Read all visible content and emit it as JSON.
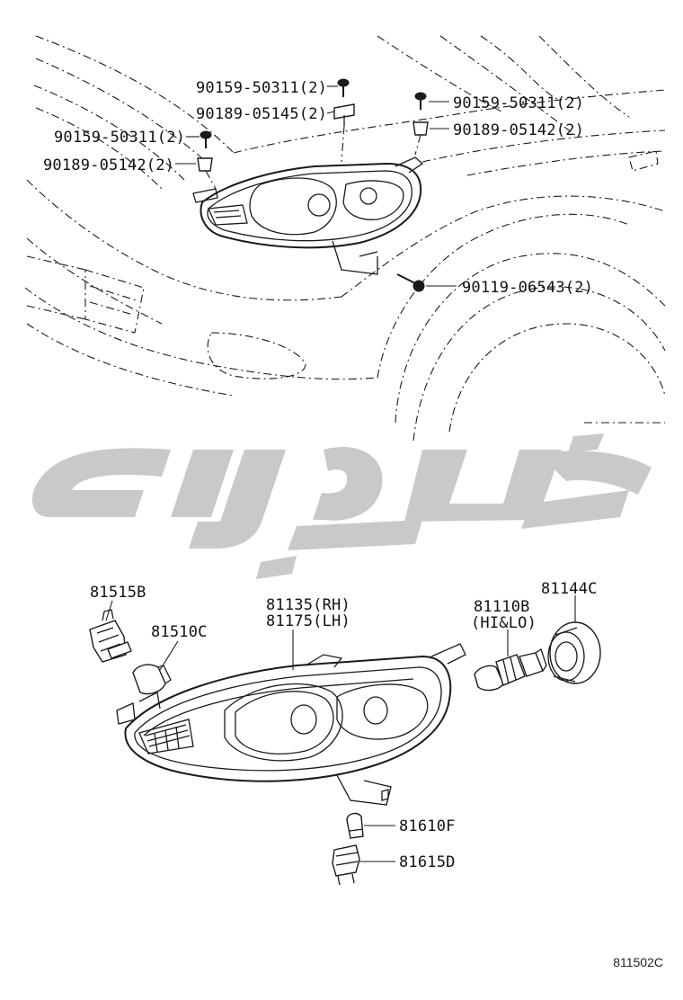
{
  "diagram_code": "811502C",
  "vehicle_callouts": [
    {
      "id": "c1",
      "text": "90159-50311(2)"
    },
    {
      "id": "c2",
      "text": "90189-05145(2)"
    },
    {
      "id": "c3",
      "text": "90159-50311(2)"
    },
    {
      "id": "c4",
      "text": "90189-05142(2)"
    },
    {
      "id": "c5",
      "text": "90159-50311(2)"
    },
    {
      "id": "c6",
      "text": "90189-05142(2)"
    },
    {
      "id": "c7",
      "text": "90119-06543(2)"
    }
  ],
  "exploded_callouts": [
    {
      "id": "e1",
      "text": "81515B"
    },
    {
      "id": "e2",
      "text": "81510C"
    },
    {
      "id": "e3",
      "text": "81135(RH)"
    },
    {
      "id": "e4",
      "text": "81175(LH)"
    },
    {
      "id": "e5",
      "text": "81110B"
    },
    {
      "id": "e6",
      "text": "(HI&LO)"
    },
    {
      "id": "e7",
      "text": "81144C"
    },
    {
      "id": "e8",
      "text": "81610F"
    },
    {
      "id": "e9",
      "text": "81615D"
    }
  ],
  "colors": {
    "line": "#1a1a1a",
    "watermark": "#c9c9c9",
    "background": "#ffffff"
  }
}
